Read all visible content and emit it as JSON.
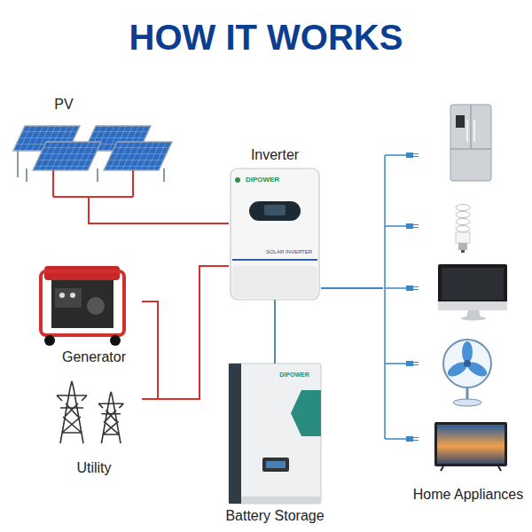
{
  "diagram": {
    "title": "HOW IT WORKS",
    "nodes": [
      {
        "text": [
          "PV"
        ]
      },
      {
        "text": [
          "Inverter",
          "DIPOWER",
          "SOLAR INVERTER"
        ]
      },
      {
        "text": [
          "Generator"
        ]
      },
      {
        "text": [
          "Utility"
        ]
      },
      {
        "text": [
          "Battery Storage",
          "DIPOWER"
        ]
      },
      {
        "text": [
          "Home Appliances"
        ]
      }
    ],
    "edges": [
      {
        "from": 0,
        "to": 1,
        "arrow": "none"
      },
      {
        "from": 2,
        "to": 1,
        "arrow": "none"
      },
      {
        "from": 3,
        "to": 1,
        "arrow": "none"
      },
      {
        "from": 1,
        "to": 4,
        "arrow": "none"
      },
      {
        "from": 1,
        "to": 5,
        "arrow": "none"
      }
    ]
  }
}
